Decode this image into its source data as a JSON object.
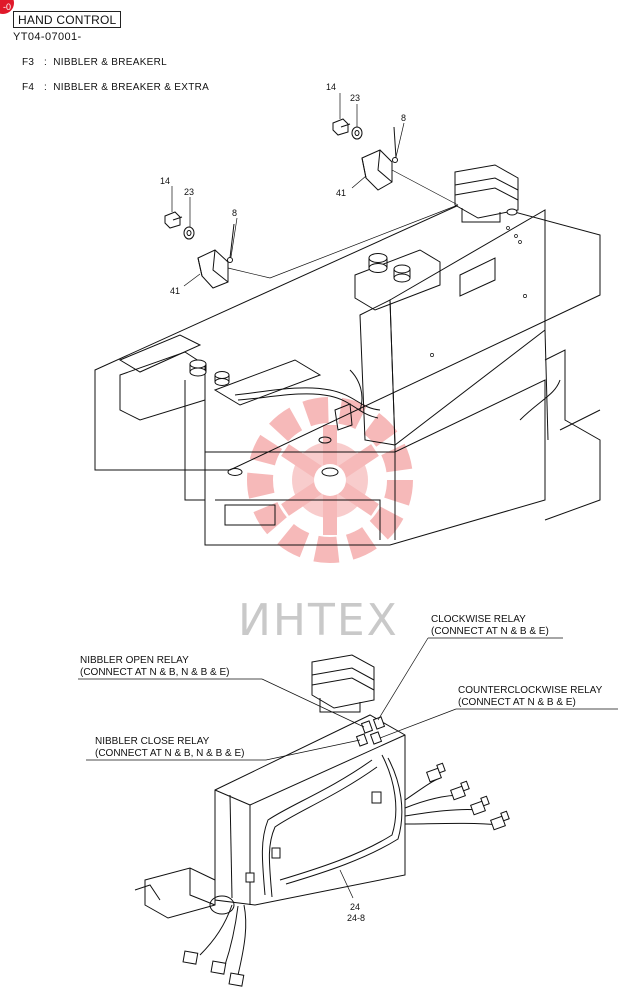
{
  "header": {
    "title": "HAND CONTROL",
    "code": "YT04-07001-",
    "badge": "-0"
  },
  "variants": [
    {
      "key": "F3",
      "label": "NIBBLER & BREAKERL"
    },
    {
      "key": "F4",
      "label": "NIBBLER & BREAKER & EXTRA"
    }
  ],
  "parts": {
    "top_right": [
      "14",
      "23",
      "8",
      "41"
    ],
    "top_left": [
      "14",
      "23",
      "8",
      "41"
    ],
    "harness": [
      "24",
      "24-8"
    ]
  },
  "callouts": {
    "clockwise": [
      "CLOCKWISE RELAY",
      "(CONNECT AT N & B & E)"
    ],
    "nibbler_open": [
      "NIBBLER OPEN RELAY",
      "(CONNECT AT N & B, N & B & E)"
    ],
    "counterclockwise": [
      "COUNTERCLOCKWISE RELAY",
      "(CONNECT AT N & B & E)"
    ],
    "nibbler_close": [
      "NIBBLER CLOSE RELAY",
      "(CONNECT AT N & B, N & B & E)"
    ]
  },
  "watermark": {
    "text": "ИНТЕХ",
    "color": "#f08080"
  }
}
